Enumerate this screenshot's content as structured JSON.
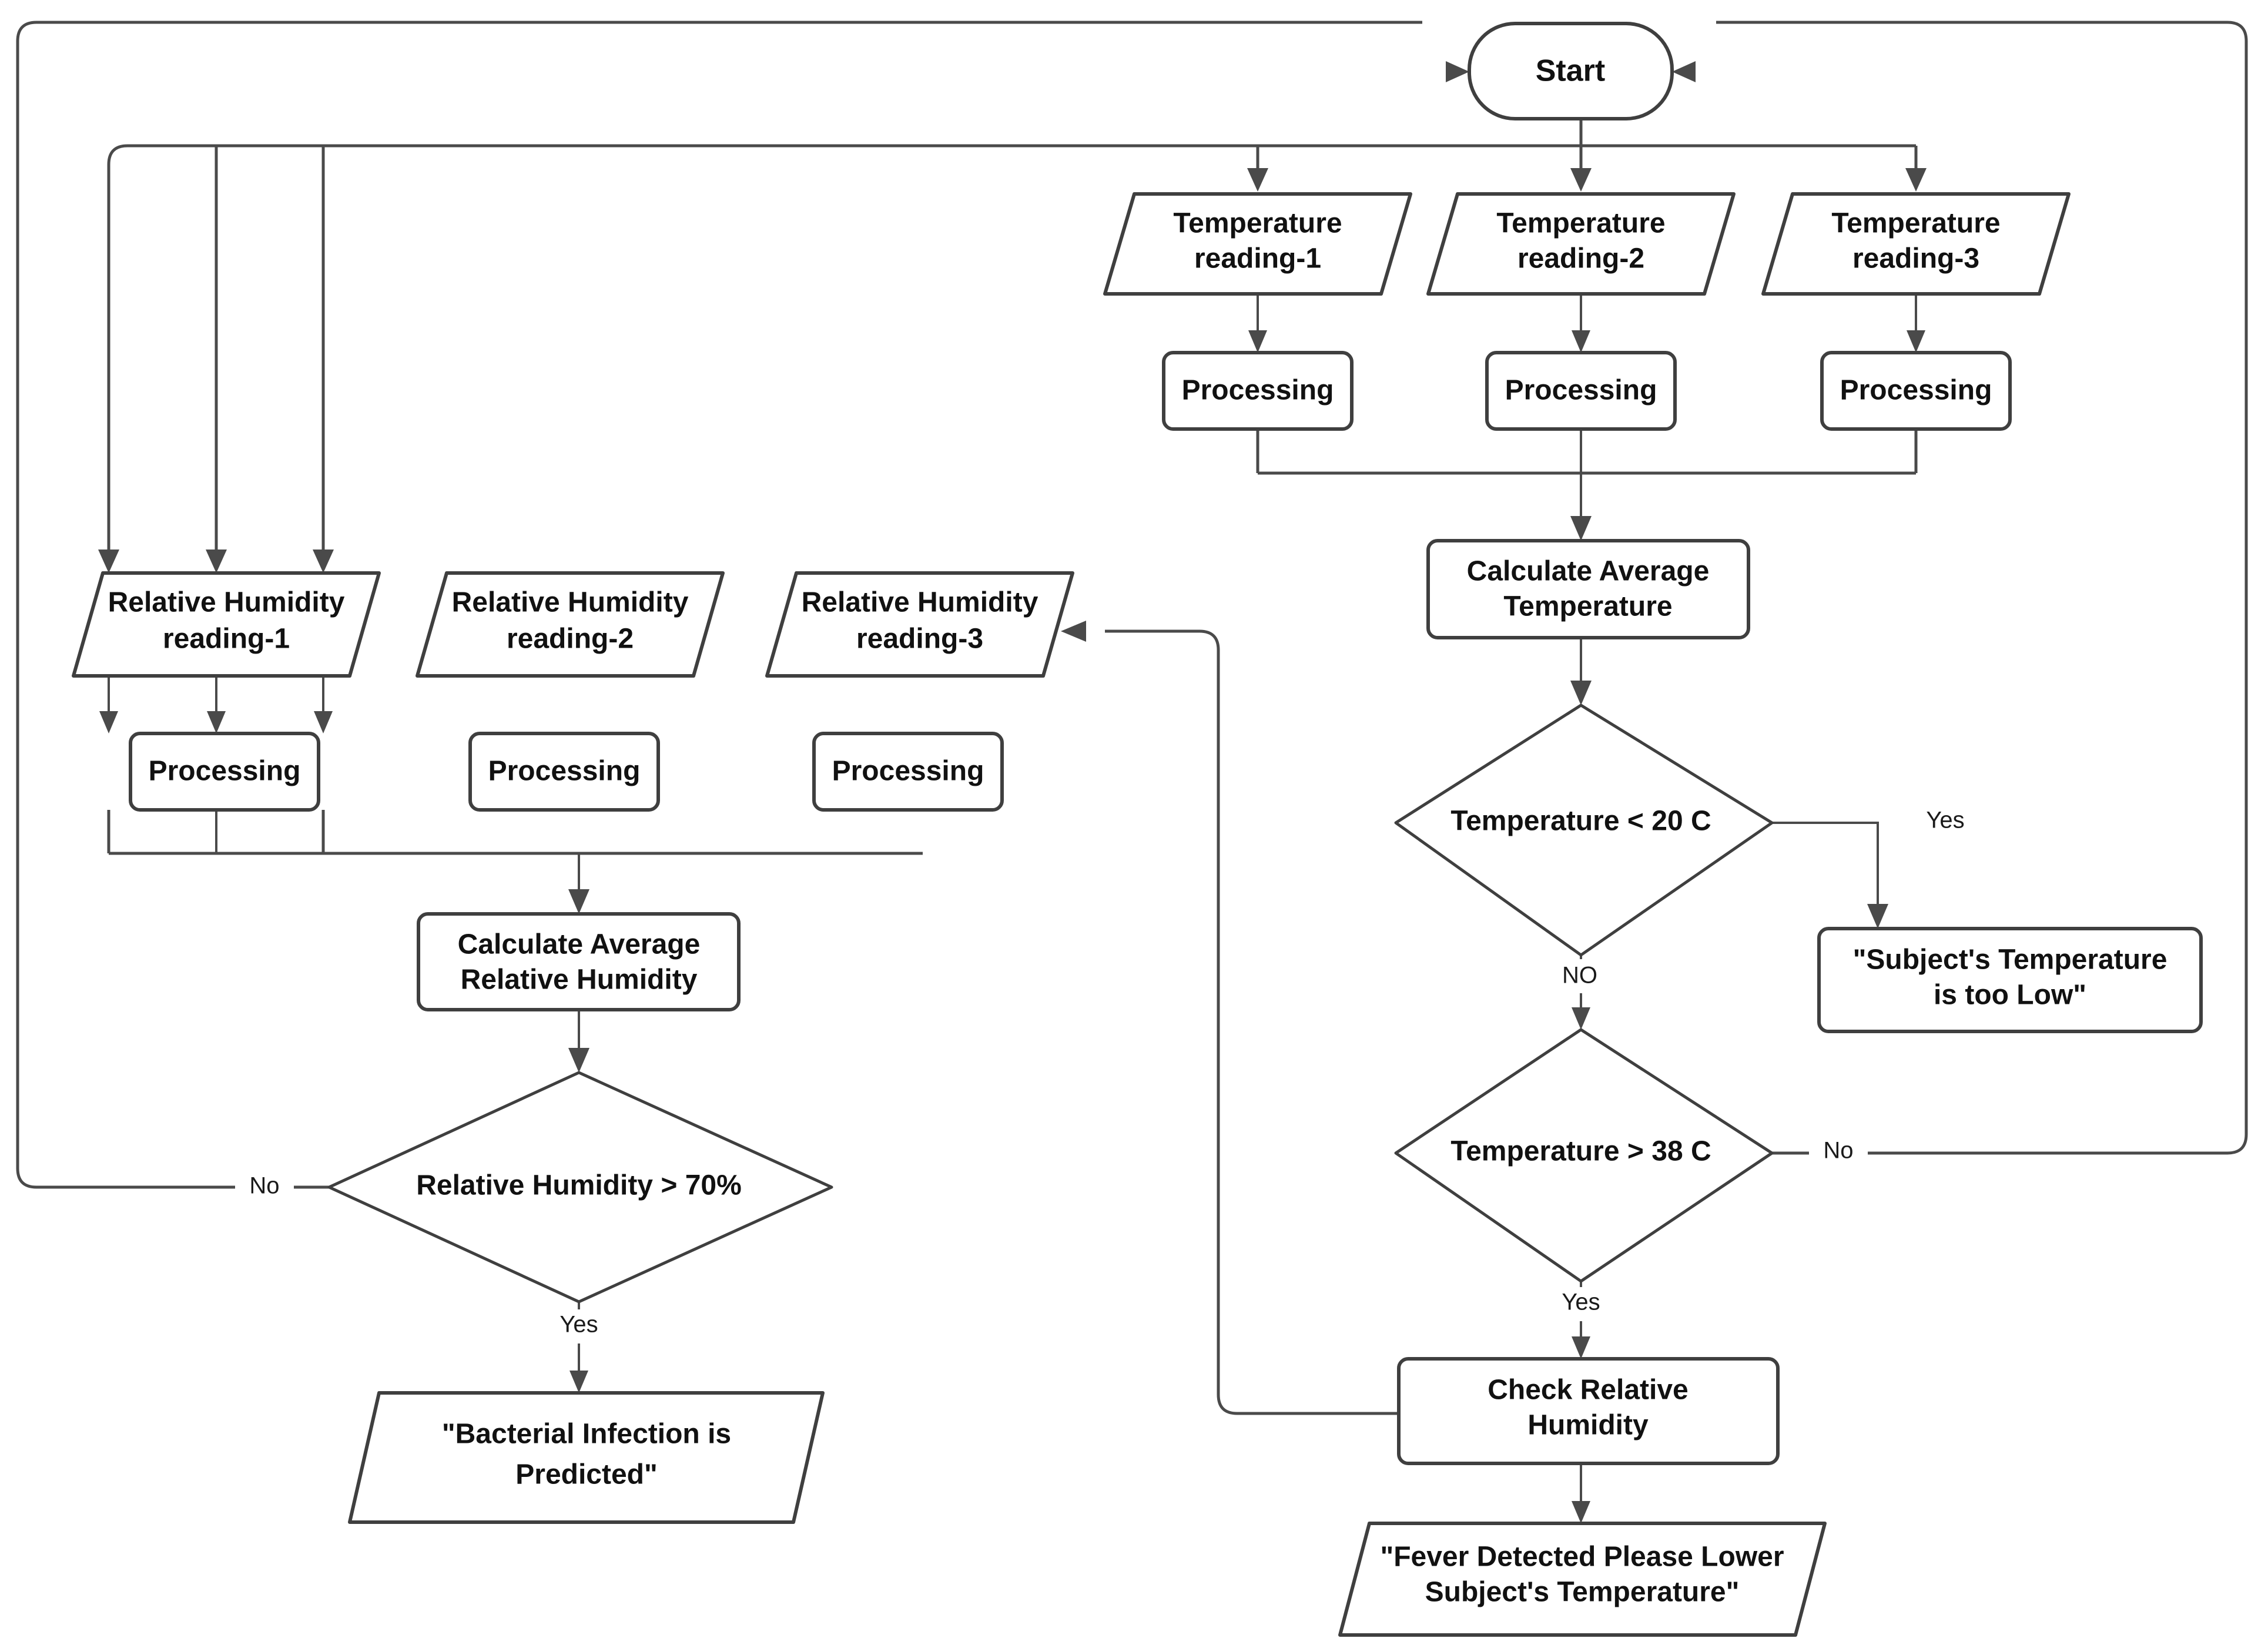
{
  "diagram": {
    "title_text": "",
    "colors": {
      "stroke": "#3f3f3f",
      "connector": "#4a4a4a",
      "fill": "#ffffff",
      "text": "#111111",
      "background": "#ffffff"
    },
    "nodes": {
      "start": {
        "label": "Start",
        "shape": "terminator"
      },
      "temp_reading_1": {
        "label_line1": "Temperature",
        "label_line2": "reading-1",
        "shape": "parallelogram"
      },
      "temp_reading_2": {
        "label_line1": "Temperature",
        "label_line2": "reading-2",
        "shape": "parallelogram"
      },
      "temp_reading_3": {
        "label_line1": "Temperature",
        "label_line2": "reading-3",
        "shape": "parallelogram"
      },
      "temp_processing_1": {
        "label": "Processing",
        "shape": "process"
      },
      "temp_processing_2": {
        "label": "Processing",
        "shape": "process"
      },
      "temp_processing_3": {
        "label": "Processing",
        "shape": "process"
      },
      "calc_avg_temp": {
        "label_line1": "Calculate Average",
        "label_line2": "Temperature",
        "shape": "process"
      },
      "decision_temp_low": {
        "label": "Temperature < 20 C",
        "shape": "decision"
      },
      "decision_temp_high": {
        "label": "Temperature > 38 C",
        "shape": "decision"
      },
      "msg_temp_low": {
        "label_line1": "\"Subject's Temperature",
        "label_line2": "is too Low\"",
        "shape": "process"
      },
      "check_rel_humidity": {
        "label_line1": "Check Relative",
        "label_line2": "Humidity",
        "shape": "process"
      },
      "msg_fever": {
        "label_line1": "\"Fever Detected Please Lower",
        "label_line2": "Subject's Temperature\"",
        "shape": "parallelogram"
      },
      "rh_reading_1": {
        "label_line1": "Relative Humidity",
        "label_line2": "reading-1",
        "shape": "parallelogram"
      },
      "rh_reading_2": {
        "label_line1": "Relative Humidity",
        "label_line2": "reading-2",
        "shape": "parallelogram"
      },
      "rh_reading_3": {
        "label_line1": "Relative Humidity",
        "label_line2": "reading-3",
        "shape": "parallelogram"
      },
      "rh_processing_1": {
        "label": "Processing",
        "shape": "process"
      },
      "rh_processing_2": {
        "label": "Processing",
        "shape": "process"
      },
      "rh_processing_3": {
        "label": "Processing",
        "shape": "process"
      },
      "calc_avg_rh": {
        "label_line1": "Calculate Average",
        "label_line2": "Relative Humidity",
        "shape": "process"
      },
      "decision_rh_high": {
        "label": "Relative Humidity > 70%",
        "shape": "decision"
      },
      "msg_bacterial": {
        "label_line1": "\"Bacterial Infection is",
        "label_line2": "Predicted\"",
        "shape": "parallelogram"
      }
    },
    "edge_labels": {
      "temp_low_yes": "Yes",
      "temp_low_no": "NO",
      "temp_high_no": "No",
      "temp_high_yes": "Yes",
      "rh_no": "No",
      "rh_yes": "Yes"
    }
  }
}
